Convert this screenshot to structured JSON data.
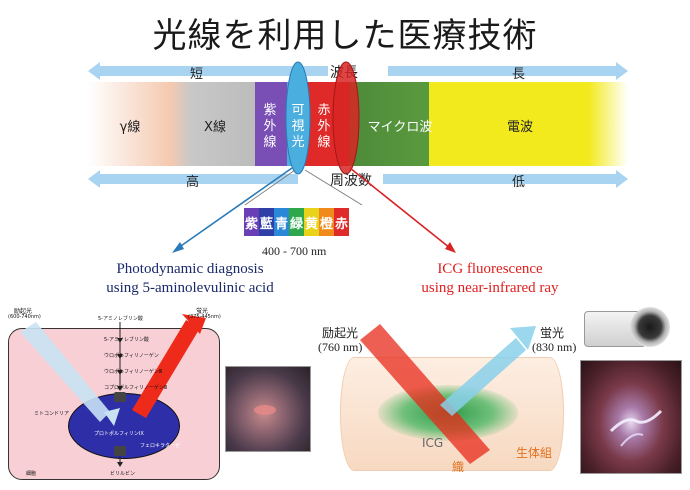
{
  "title": "光線を利用した医療技術",
  "wavelength": {
    "label": "波長",
    "short": "短",
    "long": "長"
  },
  "frequency": {
    "label": "周波数",
    "high": "高",
    "low": "低"
  },
  "spectrum": {
    "gamma": "γ線",
    "xray": "X線",
    "uv": [
      "紫",
      "外",
      "線"
    ],
    "visible": [
      "可",
      "視",
      "光"
    ],
    "ir": [
      "赤",
      "外",
      "線"
    ],
    "microwave": "マイクロ波",
    "radio": "電波"
  },
  "visible_band": {
    "cells": [
      {
        "char": "紫",
        "color": "#6a3fb5"
      },
      {
        "char": "藍",
        "color": "#2e3fa8"
      },
      {
        "char": "青",
        "color": "#2a88d8"
      },
      {
        "char": "緑",
        "color": "#2ea84a"
      },
      {
        "char": "黄",
        "color": "#e8d21a"
      },
      {
        "char": "橙",
        "color": "#f08a1a"
      },
      {
        "char": "赤",
        "color": "#e02a2a"
      }
    ],
    "range": "400 - 700 nm"
  },
  "pdd": {
    "line1": "Photodynamic diagnosis",
    "line2": "using 5-aminolevulinic acid"
  },
  "icg": {
    "line1": "ICG fluorescence",
    "line2": "using near-infrared ray"
  },
  "cell_diagram": {
    "excitation": "励起光",
    "excitation_range": "(600-740nm)",
    "fluorescence": "蛍光",
    "fluorescence_range": "(375-445nm)",
    "ala": "5-アミノレブリン酸",
    "step1": "5-アミノレブリン酸",
    "step2": "ウロポルフィリノーゲン",
    "step3": "ウロポルフィリノーゲンⅢ",
    "step4": "コプロポルフィリノーゲンⅢ",
    "mito": "ミトコンドリア",
    "ppix": "プロトポルフィリンIX",
    "ferro": "フェロキラターゼ",
    "cell": "細胞",
    "bili": "ビリルビン"
  },
  "icg_diagram": {
    "excitation": "励起光",
    "excitation_nm": "(760 nm)",
    "fluorescence": "蛍光",
    "fluorescence_nm": "(830 nm)",
    "icg": "ICG",
    "tissue": "生体組",
    "tissue2": "織"
  },
  "colors": {
    "gamma": "#f5c9b0",
    "xray": "#bcbcbc",
    "uv": "#7a4fb5",
    "visible": "#4aaede",
    "ir": "#e02a2a",
    "microwave": "#4e8a3a",
    "radio": "#f2ea1c",
    "arrow": "#a8d4f2",
    "pdd_text": "#1a2a6a",
    "icg_text": "#e02020"
  }
}
